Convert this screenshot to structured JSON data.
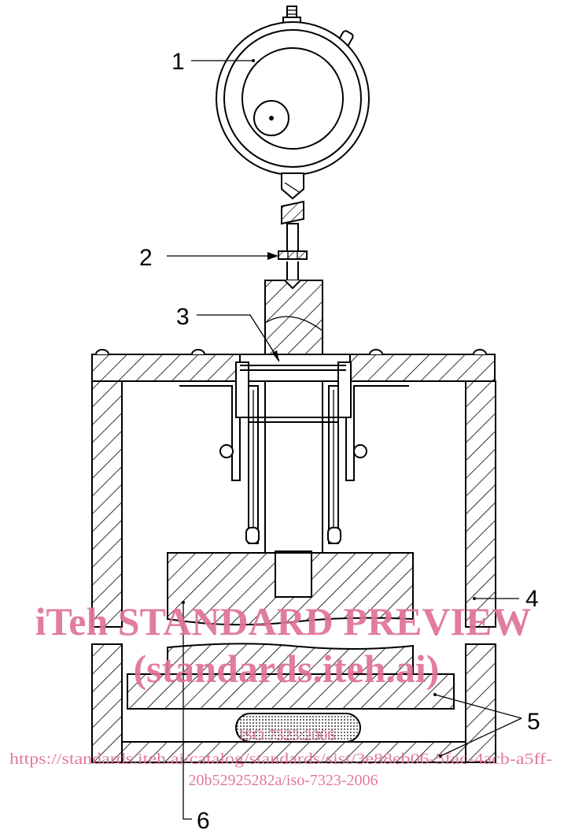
{
  "labels": {
    "l1": "1",
    "l2": "2",
    "l3": "3",
    "l4": "4",
    "l5": "5",
    "l6": "6"
  },
  "watermark": {
    "title": "iTeh STANDARD PREVIEW",
    "site": "(standards.iteh.ai)",
    "doc": "ISO 7323:2006",
    "url_line1": "https://standards.iteh.ai/catalog/standards/sist/3e88eb06-5fac-4acb-a5ff-",
    "url_line2": "20b52925282a/iso-7323-2006"
  },
  "colors": {
    "watermark": "#e0719a",
    "ink": "#000000"
  }
}
